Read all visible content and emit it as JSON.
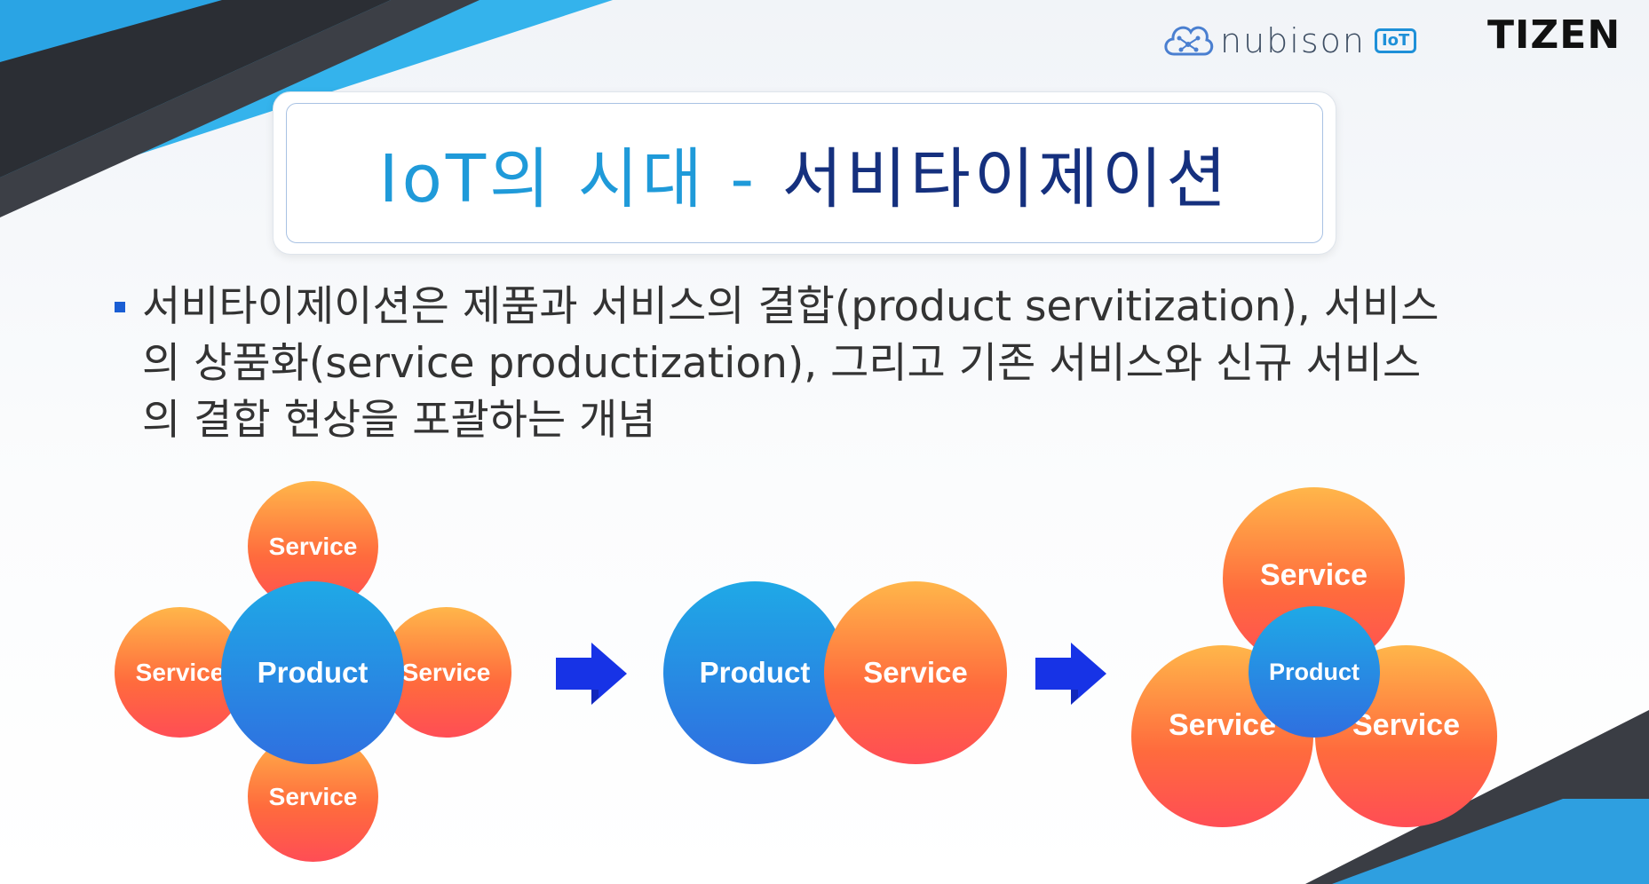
{
  "header": {
    "logo_nubison": "nubison",
    "logo_iot_badge": "IoT",
    "logo_tizen": "TIZEN"
  },
  "title": {
    "part1": "IoT의 시대 -",
    "part2": "서비타이제이션"
  },
  "bullet": {
    "lines": [
      "서비타이제이션은 제품과 서비스의 결합(product servitization), 서비스",
      "의 상품화(service productization), 그리고 기존 서비스와 신규 서비스",
      "의 결합 현상을 포괄하는 개념"
    ]
  },
  "diagram": {
    "group1": {
      "top": "Service",
      "left": "Service",
      "center": "Product",
      "right": "Service",
      "bottom": "Service"
    },
    "group2": {
      "left": "Product",
      "right": "Service"
    },
    "group3": {
      "top": "Service",
      "center": "Product",
      "bottom_left": "Service",
      "bottom_right": "Service"
    }
  },
  "colors": {
    "title_light": "#1f9ad9",
    "title_dark": "#15307e",
    "arrow": "#1733e6",
    "service_top": "#ffb64a",
    "service_bottom": "#ff4d55",
    "product_top": "#1fa9e6",
    "product_bottom": "#2f6fe0"
  }
}
